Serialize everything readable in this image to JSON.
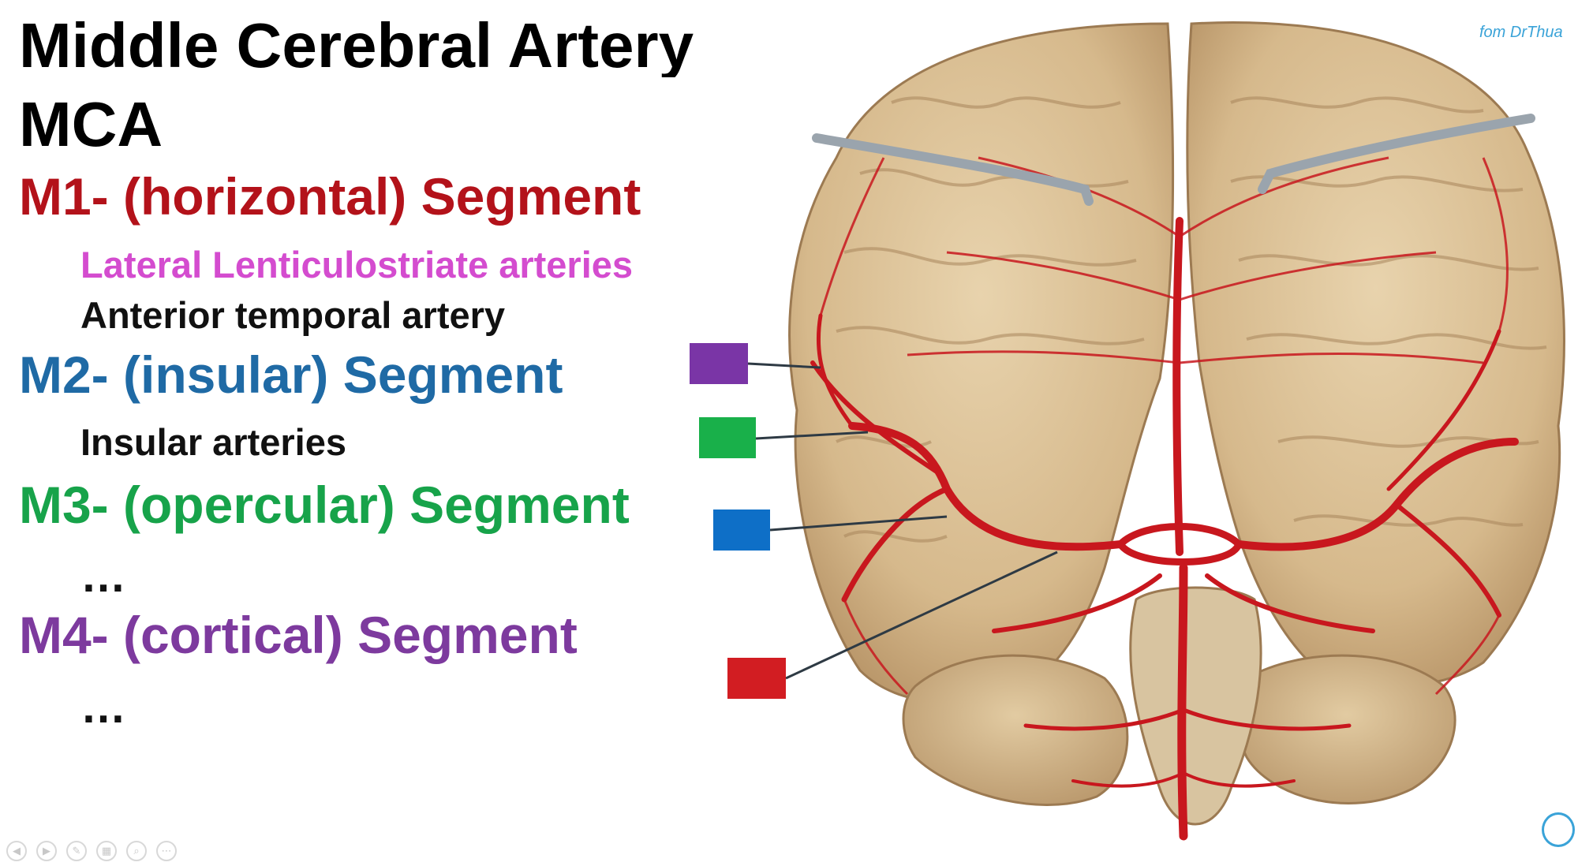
{
  "slide": {
    "title_line1": "Middle Cerebral Artery",
    "title_line2": "MCA",
    "segments": [
      {
        "label": "M1- (horizontal) Segment",
        "color": "#b3121a"
      },
      {
        "label": "M2- (insular) Segment",
        "color": "#1f6aa5"
      },
      {
        "label": "M3- (opercular) Segment",
        "color": "#17a34a"
      },
      {
        "label": "M4- (cortical) Segment",
        "color": "#7d3a9e"
      }
    ],
    "branches": {
      "m1_a": {
        "label": "Lateral Lenticulostriate arteries",
        "color": "#d44ccf"
      },
      "m1_b": {
        "label": "Anterior temporal artery",
        "color": "#111111"
      },
      "m2_a": {
        "label": "Insular arteries",
        "color": "#111111"
      }
    },
    "ellipsis": "…"
  },
  "legend_boxes": [
    {
      "color": "#7a35a6"
    },
    {
      "color": "#19b04a"
    },
    {
      "color": "#0e6fc7"
    },
    {
      "color": "#d21d22"
    }
  ],
  "watermark": {
    "top_text": "fom DrThua"
  },
  "colors": {
    "brain": "#dcc39a",
    "brain_shadow": "#b8976b",
    "artery": "#c8171e"
  }
}
